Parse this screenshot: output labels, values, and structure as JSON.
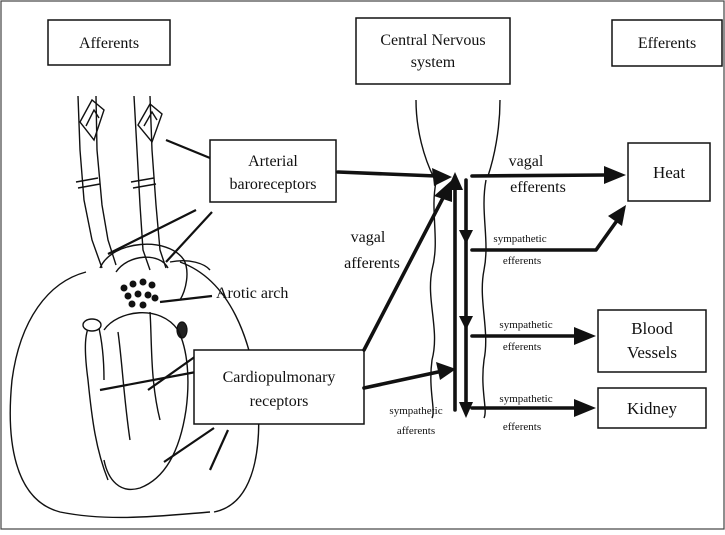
{
  "headers": {
    "afferents": "Afferents",
    "cns_line1": "Central Nervous",
    "cns_line2": "system",
    "efferents": "Efferents"
  },
  "receptors": {
    "arterial_line1": "Arterial",
    "arterial_line2": "baroreceptors",
    "cardio_line1": "Cardiopulmonary",
    "cardio_line2": "receptors",
    "arotic_arch": "Arotic arch"
  },
  "pathways": {
    "vagal_afferents_line1": "vagal",
    "vagal_afferents_line2": "afferents",
    "vagal_efferents_line1": "vagal",
    "vagal_efferents_line2": "efferents",
    "sympathetic": "sympathetic",
    "efferents": "efferents",
    "afferents": "afferents"
  },
  "targets": {
    "heat": "Heat",
    "blood_line1": "Blood",
    "blood_line2": "Vessels",
    "kidney": "Kidney"
  }
}
